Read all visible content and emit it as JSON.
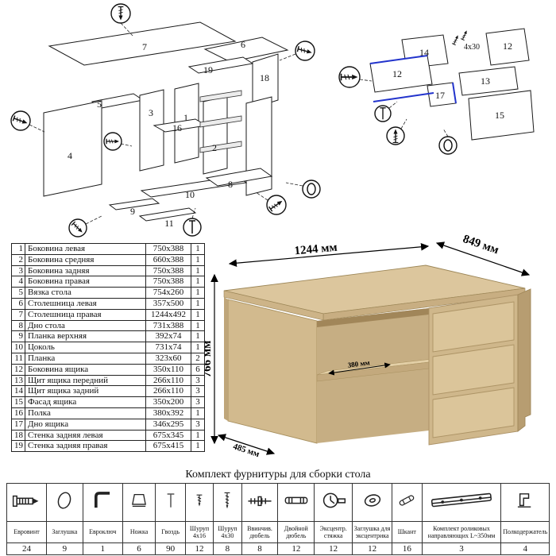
{
  "diagram_left": {
    "labels": [
      "7",
      "6",
      "19",
      "18",
      "5",
      "4",
      "3",
      "1",
      "16",
      "2",
      "10",
      "8",
      "9",
      "11"
    ]
  },
  "diagram_right": {
    "labels": [
      "14",
      "12",
      "12",
      "13",
      "17",
      "15"
    ],
    "screw_note": "4x30"
  },
  "parts_table": {
    "rows": [
      {
        "num": "1",
        "name": "Боковина левая",
        "size": "750x388",
        "qty": "1"
      },
      {
        "num": "2",
        "name": "Боковина средняя",
        "size": "660x388",
        "qty": "1"
      },
      {
        "num": "3",
        "name": "Боковина задняя",
        "size": "750x388",
        "qty": "1"
      },
      {
        "num": "4",
        "name": "Боковина правая",
        "size": "750x388",
        "qty": "1"
      },
      {
        "num": "5",
        "name": "Вязка стола",
        "size": "754x260",
        "qty": "1"
      },
      {
        "num": "6",
        "name": "Столешница левая",
        "size": "357x500",
        "qty": "1"
      },
      {
        "num": "7",
        "name": "Столешница правая",
        "size": "1244x492",
        "qty": "1"
      },
      {
        "num": "8",
        "name": "Дно стола",
        "size": "731x388",
        "qty": "1"
      },
      {
        "num": "9",
        "name": "Планка верхняя",
        "size": "392x74",
        "qty": "1"
      },
      {
        "num": "10",
        "name": "Цоколь",
        "size": "731x74",
        "qty": "1"
      },
      {
        "num": "11",
        "name": "Планка",
        "size": "323x60",
        "qty": "2"
      },
      {
        "num": "12",
        "name": "Боковина ящика",
        "size": "350x110",
        "qty": "6"
      },
      {
        "num": "13",
        "name": "Щит ящика передний",
        "size": "266x110",
        "qty": "3"
      },
      {
        "num": "14",
        "name": "Щит ящика задний",
        "size": "266x110",
        "qty": "3"
      },
      {
        "num": "15",
        "name": "Фасад ящика",
        "size": "350x200",
        "qty": "3"
      },
      {
        "num": "16",
        "name": "Полка",
        "size": "380x392",
        "qty": "1"
      },
      {
        "num": "17",
        "name": "Дно ящика",
        "size": "346x295",
        "qty": "3"
      },
      {
        "num": "18",
        "name": "Стенка задняя левая",
        "size": "675x345",
        "qty": "1"
      },
      {
        "num": "19",
        "name": "Стенка задняя правая",
        "size": "675x415",
        "qty": "1"
      }
    ]
  },
  "desk": {
    "dims": {
      "width": "1244 мм",
      "depth": "849 мм",
      "height": "766 мм",
      "left_depth": "485 мм",
      "shelf_depth": "380 мм"
    }
  },
  "hardware": {
    "title": "Комплект фурнитуры для сборки стола",
    "items": [
      {
        "name": "Евровинт",
        "qty": "24"
      },
      {
        "name": "Заглушка",
        "qty": "9"
      },
      {
        "name": "Евроключ",
        "qty": "1"
      },
      {
        "name": "Ножка",
        "qty": "6"
      },
      {
        "name": "Гвоздь",
        "qty": "90"
      },
      {
        "name": "Шуруп 4x16",
        "qty": "12"
      },
      {
        "name": "Шуруп 4x30",
        "qty": "8"
      },
      {
        "name": "Ввинчив. дюбель",
        "qty": "8"
      },
      {
        "name": "Двойной дюбель",
        "qty": "12"
      },
      {
        "name": "Эксцентр. стяжка",
        "qty": "12"
      },
      {
        "name": "Заглушка для эксцентрика",
        "qty": "12"
      },
      {
        "name": "Шкант",
        "qty": "16"
      },
      {
        "name": "Комплект роликовых направляющих L~350мм",
        "qty": "3"
      },
      {
        "name": "Полкодержатель",
        "qty": "4"
      }
    ]
  }
}
